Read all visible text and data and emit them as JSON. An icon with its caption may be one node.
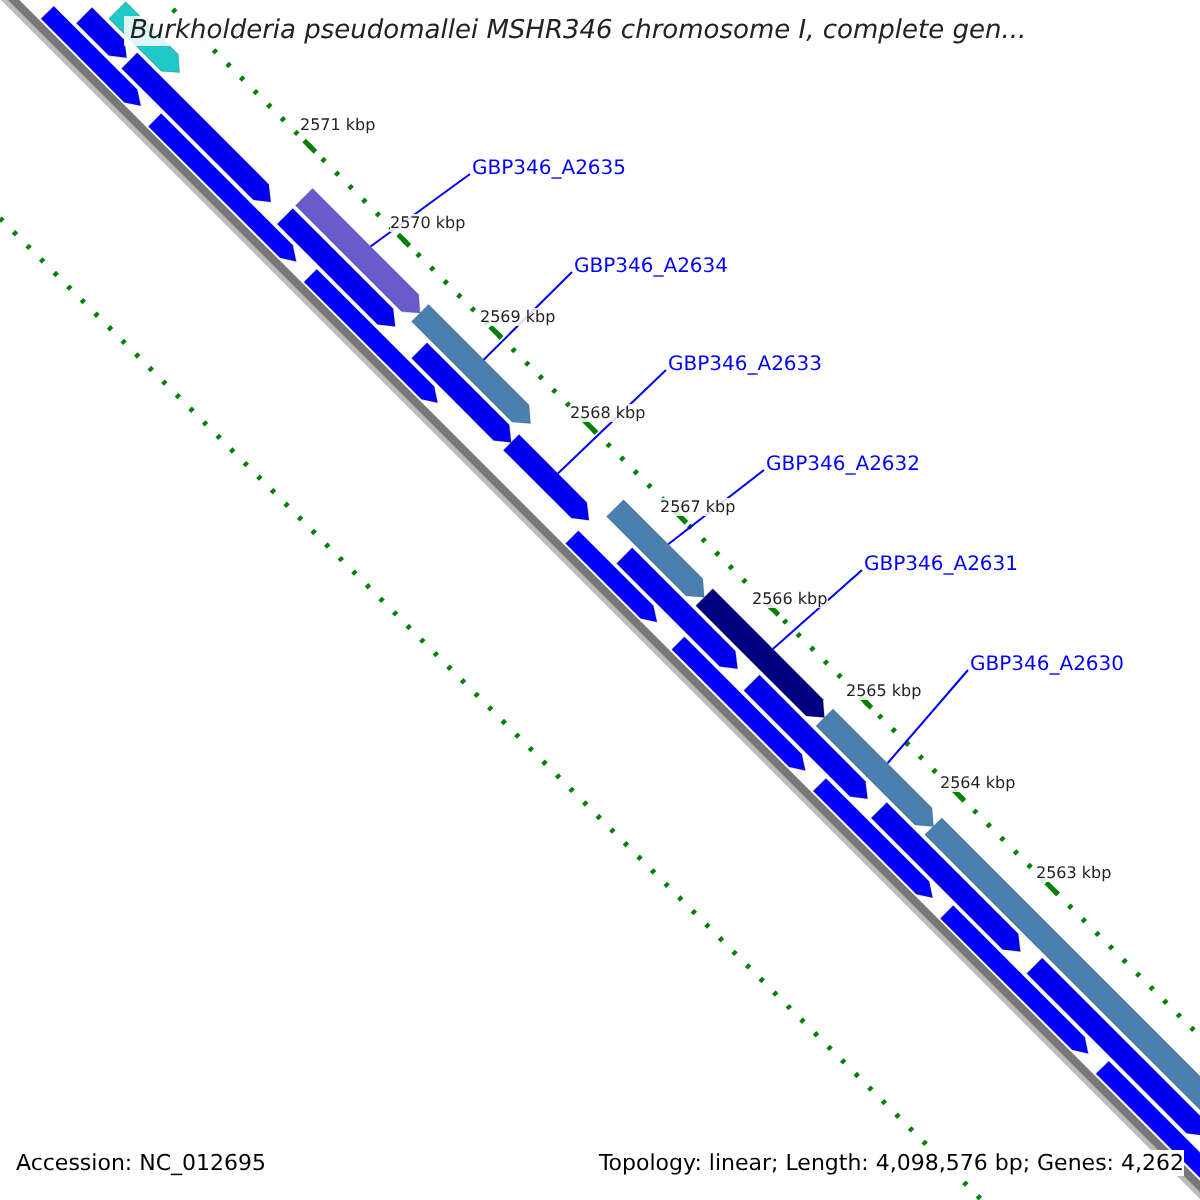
{
  "diagram": {
    "title": "Burkholderia pseudomallei MSHR346 chromosome I, complete gen...",
    "nodes": [
      {
        "text": [
          "GBP346_A2635"
        ]
      },
      {
        "text": [
          "GBP346_A2634"
        ]
      },
      {
        "text": [
          "GBP346_A2633"
        ]
      },
      {
        "text": [
          "GBP346_A2632"
        ]
      },
      {
        "text": [
          "GBP346_A2631"
        ]
      },
      {
        "text": [
          "GBP346_A2630"
        ]
      },
      {
        "text": [],
        "shape": "arrow"
      },
      {
        "text": [],
        "shape": "arrow"
      },
      {
        "text": [],
        "shape": "arrow"
      },
      {
        "text": [],
        "shape": "arrow"
      },
      {
        "text": [],
        "shape": "arrow"
      },
      {
        "text": [],
        "shape": "arrow"
      },
      {
        "text": [],
        "shape": "arrow"
      },
      {
        "text": [],
        "shape": "arrow"
      },
      {
        "text": [],
        "shape": "arrow"
      },
      {
        "text": [],
        "shape": "arrow"
      },
      {
        "text": [],
        "shape": "arrow"
      },
      {
        "text": [],
        "shape": "arrow"
      },
      {
        "text": [],
        "shape": "arrow"
      },
      {
        "text": [],
        "shape": "arrow"
      },
      {
        "text": [],
        "shape": "arrow"
      },
      {
        "text": [],
        "shape": "arrow"
      },
      {
        "text": [],
        "shape": "arrow"
      },
      {
        "text": [],
        "shape": "arrow"
      },
      {
        "text": [],
        "shape": "arrow"
      },
      {
        "text": [],
        "shape": "arrow"
      },
      {
        "text": [],
        "shape": "arrow"
      },
      {
        "text": [],
        "shape": "arrow"
      },
      {
        "text": [],
        "shape": "arrow"
      },
      {
        "text": [],
        "shape": "arrow"
      }
    ],
    "edges": [
      {
        "from": 0,
        "to": 11,
        "arrow": "none"
      },
      {
        "from": 1,
        "to": 14,
        "arrow": "none"
      },
      {
        "from": 2,
        "to": 16,
        "arrow": "none"
      },
      {
        "from": 3,
        "to": 18,
        "arrow": "none"
      },
      {
        "from": 4,
        "to": 20,
        "arrow": "none"
      },
      {
        "from": 5,
        "to": 23,
        "arrow": "none"
      }
    ],
    "labels": [
      "2571 kbp",
      "2570 kbp",
      "2569 kbp",
      "2568 kbp",
      "2567 kbp",
      "2566 kbp",
      "2565 kbp",
      "2564 kbp",
      "2563 kbp",
      "Accession: NC_012695",
      "Topology: linear; Length: 4,098,576 bp; Genes: 4,262"
    ]
  }
}
